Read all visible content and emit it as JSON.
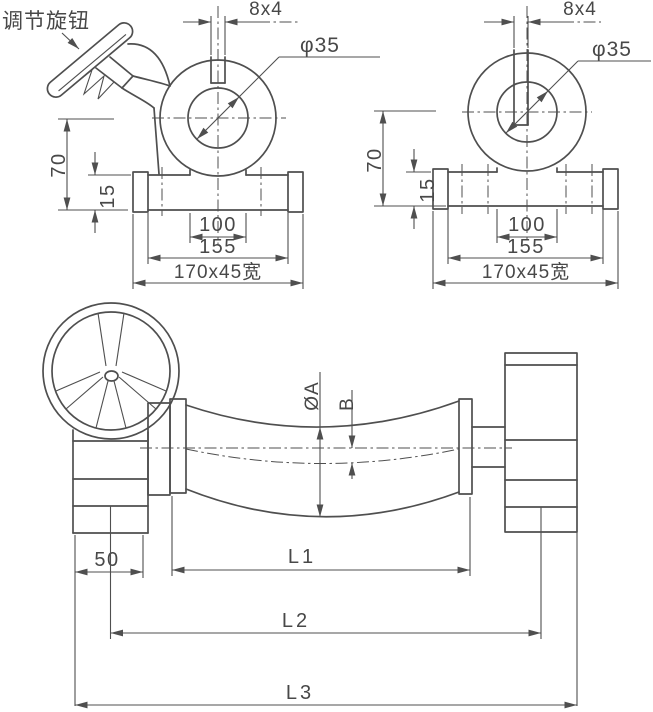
{
  "colors": {
    "line": "#4f4f4f",
    "background": "#ffffff"
  },
  "callout": {
    "adjust_knob": "调节旋钮"
  },
  "view_left": {
    "keyway": "8x4",
    "bore": "φ35",
    "center_height": "70",
    "base_thickness": "15",
    "bolt_spacing": "100",
    "slot_span": "155",
    "base_plate": "170x45宽"
  },
  "view_right": {
    "keyway": "8x4",
    "bore": "φ35",
    "center_height": "70",
    "base_thickness": "15",
    "bolt_spacing": "100",
    "slot_span": "155",
    "base_plate": "170x45宽"
  },
  "view_front": {
    "roller_diameter": "ØA",
    "camber": "B",
    "gearbox_width": "50",
    "face_length": "L1",
    "center_span": "L2",
    "overall_length": "L3"
  }
}
